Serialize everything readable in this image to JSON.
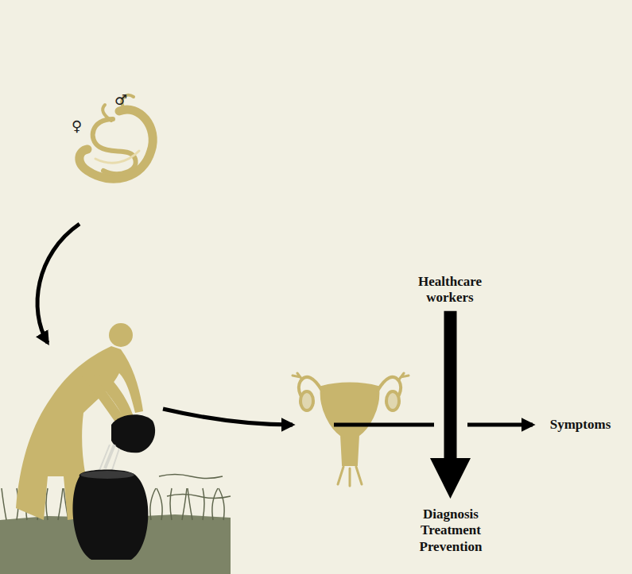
{
  "diagram": {
    "nodes": [
      {
        "text": [
          "Healthcare workers"
        ]
      },
      {
        "text": [
          "Symptoms"
        ]
      },
      {
        "text": [
          "Diagnosis Treatment Prevention"
        ]
      }
    ],
    "edges": [
      {
        "from": 0,
        "to": 2,
        "arrow": "to"
      }
    ],
    "labels": [
      "♀",
      "♂"
    ]
  }
}
